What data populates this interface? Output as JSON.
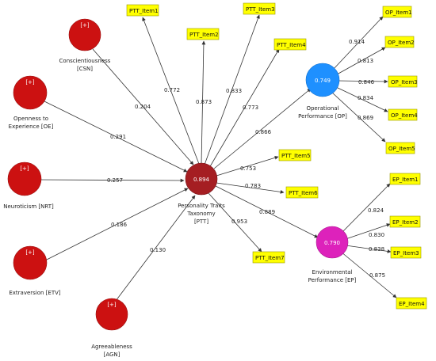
{
  "colors": {
    "construct_red": "#cc1111",
    "ptt_center": "#a51e22",
    "op_blue": "#1e90ff",
    "ep_magenta": "#dd22bb",
    "item_box": "#ffff00",
    "edge": "#333333"
  },
  "constructs": {
    "csn": {
      "plus": "[+]",
      "label_lines": [
        "Conscientiousness",
        "[CSN]"
      ]
    },
    "oe": {
      "plus": "[+]",
      "label_lines": [
        "Openness to",
        "Experience [OE]"
      ]
    },
    "nrt": {
      "plus": "[+]",
      "label_lines": [
        "Neuroticism [NRT]"
      ]
    },
    "etv": {
      "plus": "[+]",
      "label_lines": [
        "Extraversion [ETV]"
      ]
    },
    "agn": {
      "plus": "[+]",
      "label_lines": [
        "Agreeableness",
        "[AGN]"
      ]
    },
    "ptt": {
      "value": "0.894",
      "label_lines": [
        "Personality Traits",
        "Taxonomy",
        "[PTT]"
      ]
    },
    "op": {
      "value": "0.749",
      "label_lines": [
        "Operational",
        "Performance [OP]"
      ]
    },
    "ep": {
      "value": "0.790",
      "label_lines": [
        "Environmental",
        "Performance [EP]"
      ]
    }
  },
  "paths": {
    "csn_ptt": "0.204",
    "oe_ptt": "0.291",
    "nrt_ptt": "0.257",
    "etv_ptt": "0.186",
    "agn_ptt": "0.130",
    "ptt_op": "0.866",
    "ptt_ep": "0.889"
  },
  "ptt_items": [
    {
      "label": "PTT_Item1",
      "loading": "0.772"
    },
    {
      "label": "PTT_Item2",
      "loading": "0.873"
    },
    {
      "label": "PTT_Item3",
      "loading": "0.833"
    },
    {
      "label": "PTT_Item4",
      "loading": "0.773"
    },
    {
      "label": "PTT_Item5",
      "loading": "0.753"
    },
    {
      "label": "PTT_Item6",
      "loading": "0.783"
    },
    {
      "label": "PTT_Item7",
      "loading": "0.953"
    }
  ],
  "op_items": [
    {
      "label": "OP_Item1",
      "loading": "0.914"
    },
    {
      "label": "OP_Item2",
      "loading": "0.813"
    },
    {
      "label": "OP_Item3",
      "loading": "0.846"
    },
    {
      "label": "OP_Item4",
      "loading": "0.834"
    },
    {
      "label": "OP_Item5",
      "loading": "0.869"
    }
  ],
  "ep_items": [
    {
      "label": "EP_Item1",
      "loading": "0.824"
    },
    {
      "label": "EP_Item2",
      "loading": "0.830"
    },
    {
      "label": "EP_Item3",
      "loading": "0.838"
    },
    {
      "label": "EP_Item4",
      "loading": "0.875"
    }
  ]
}
